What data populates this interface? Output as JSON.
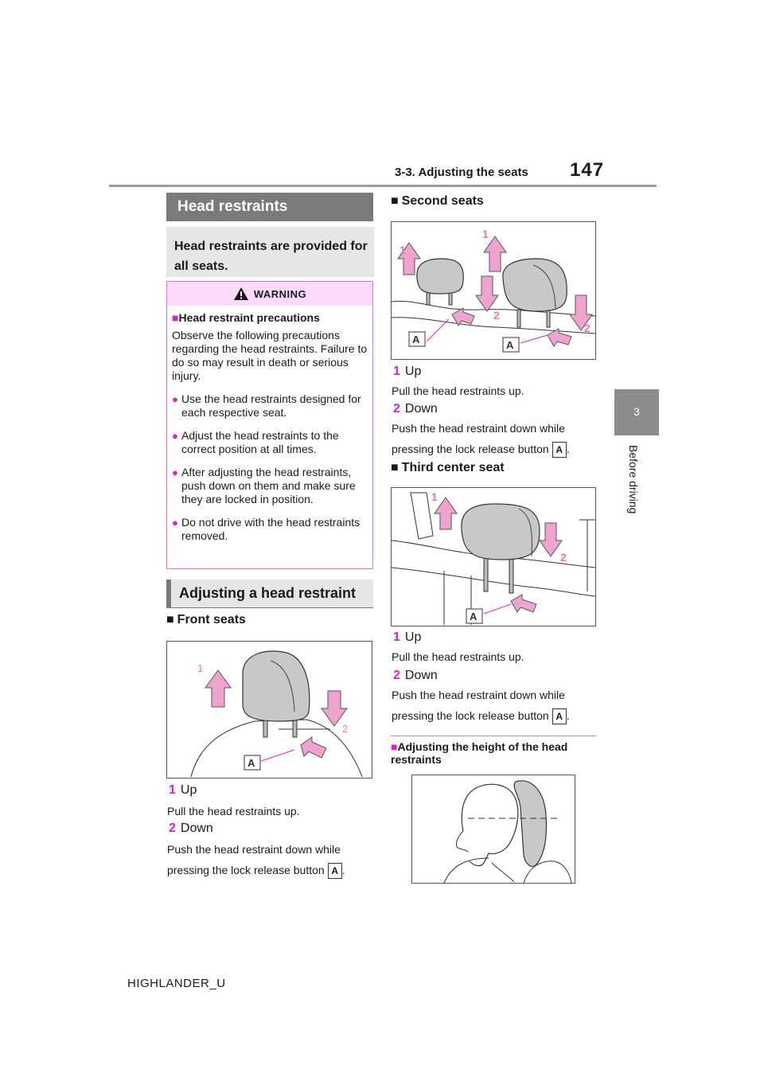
{
  "header": {
    "title": "3-3. Adjusting the seats",
    "page_number": "147"
  },
  "side": {
    "chapter_number": "3",
    "chapter_label": "Before driving"
  },
  "footer": {
    "doc_code": "HIGHLANDER_U"
  },
  "left": {
    "section_title": "Head restraints",
    "lead": "Head restraints are provided for all seats.",
    "warning": {
      "title": "WARNING",
      "subtitle_marker": "■",
      "subtitle": "Head restraint precautions",
      "paragraph": "Observe the following precautions regarding the head restraints. Failure to do so may result in death or serious injury.",
      "bullet_marker": "●",
      "bullets": [
        "Use the head restraints designed for each respective seat.",
        "Adjust the head restraints to the correct position at all times.",
        "After adjusting the head restraints, push down on them and make sure they are locked in position.",
        "Do not drive with the head restraints removed."
      ]
    },
    "adjust_heading": "Adjusting a head restraint",
    "front": {
      "marker": "■",
      "title": "Front seats",
      "steps": [
        {
          "num": "1",
          "label": "Up",
          "desc": "Pull the head restraints up."
        },
        {
          "num": "2",
          "label": "Down",
          "desc": "Push the head restraint down while pressing the lock release button"
        }
      ],
      "badge": "A",
      "period": "."
    }
  },
  "right": {
    "second": {
      "marker": "■",
      "title": "Second seats",
      "steps": [
        {
          "num": "1",
          "label": "Up",
          "desc": "Pull the head restraints up."
        },
        {
          "num": "2",
          "label": "Down",
          "desc": "Push the head restraint down while pressing the lock release button"
        }
      ],
      "badge": "A",
      "period": "."
    },
    "third": {
      "marker": "■",
      "title": "Third center seat",
      "steps": [
        {
          "num": "1",
          "label": "Up",
          "desc": "Pull the head restraints up."
        },
        {
          "num": "2",
          "label": "Down",
          "desc": "Push the head restraint down while pressing the lock release button"
        }
      ],
      "badge": "A",
      "period": "."
    },
    "note": {
      "marker": "■",
      "title": "Adjusting the height of the head restraints"
    }
  },
  "figure_labels": {
    "one": "1",
    "two": "2",
    "a": "A"
  },
  "colors": {
    "accent_magenta": "#e01ec8",
    "arrow_pink": "#f0a3cf",
    "section_gray": "#7a7a7a",
    "warning_bg": "#ffd9fb"
  }
}
